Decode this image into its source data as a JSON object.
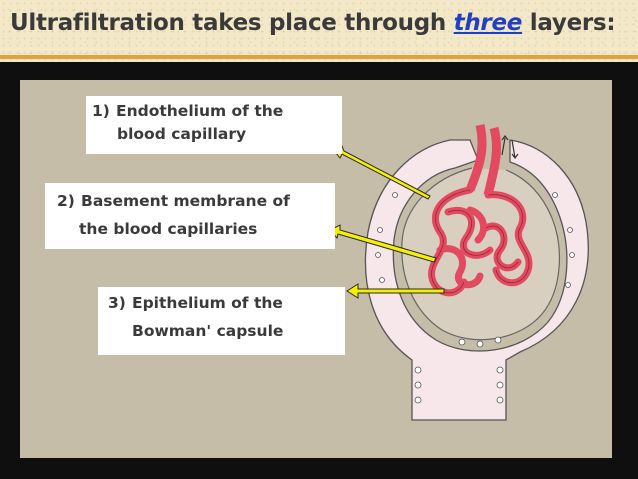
{
  "slide": {
    "title_before": "Ultrafiltration takes place through",
    "title_emphasis": "three",
    "title_after": "layers:",
    "accent_color": "#e0a23a",
    "emphasis_color": "#1f3fc4"
  },
  "labels": [
    {
      "number": "1)",
      "line1": "Endothelium of the",
      "line2": "blood capillary"
    },
    {
      "number": "2)",
      "line1": "Basement membrane of",
      "line2": "the blood capillaries"
    },
    {
      "number": "3)",
      "line1": "Epithelium of the",
      "line2": "Bowman' capsule"
    }
  ],
  "diagram": {
    "subject": "glomerulus and Bowman's capsule",
    "arrow_color": "#f4f000",
    "capillary_color": "#e24a5f",
    "capsule_color": "#f7e6ea"
  }
}
